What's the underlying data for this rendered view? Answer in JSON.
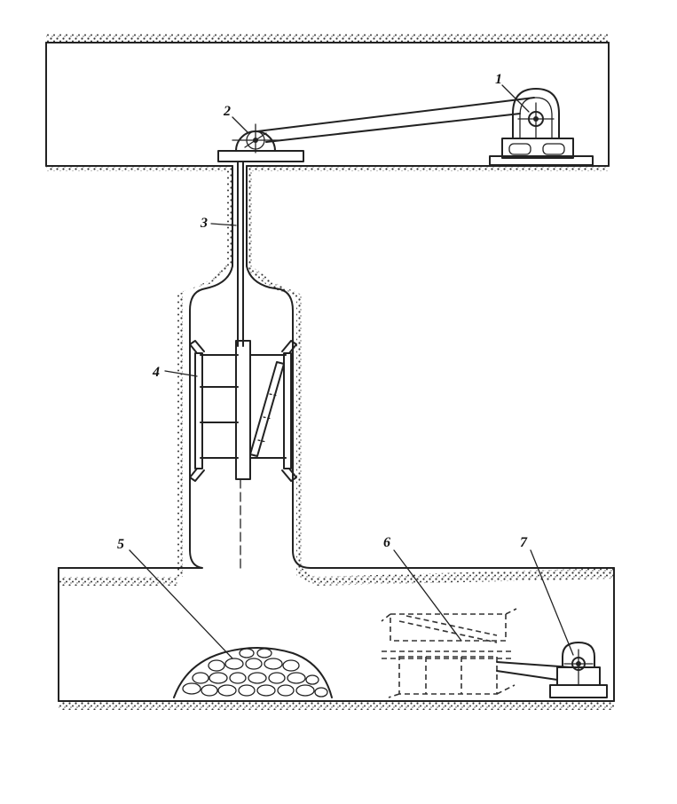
{
  "labels": {
    "l1": "1",
    "l2": "2",
    "l3": "3",
    "l4": "4",
    "l5": "5",
    "l6": "6",
    "l7": "7"
  },
  "colors": {
    "ink": "#222222",
    "rock_texture": "#333333",
    "background": "#ffffff"
  }
}
